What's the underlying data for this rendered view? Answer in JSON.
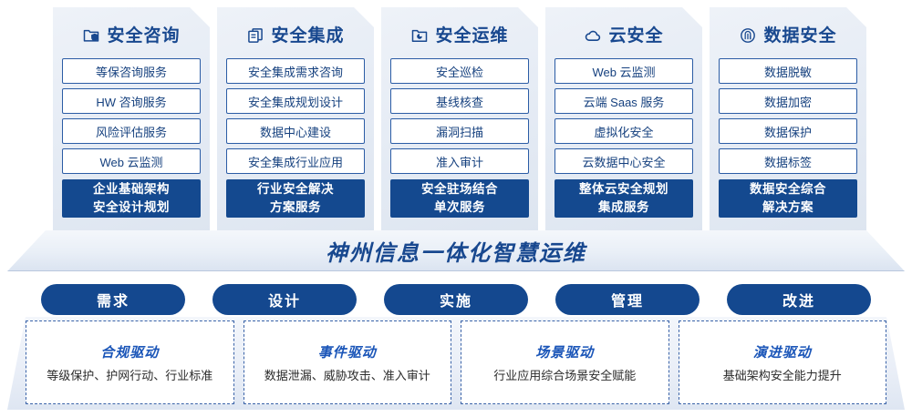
{
  "cards": [
    {
      "icon": "folder-shield-icon",
      "title": "安全咨询",
      "items": [
        "等保咨询服务",
        "HW 咨询服务",
        "风险评估服务",
        "Web 云监测"
      ],
      "highlight": "企业基础架构\n安全设计规划"
    },
    {
      "icon": "copy-layers-icon",
      "title": "安全集成",
      "items": [
        "安全集成需求咨询",
        "安全集成规划设计",
        "数据中心建设",
        "安全集成行业应用"
      ],
      "highlight": "行业安全解决\n方案服务"
    },
    {
      "icon": "folder-chart-icon",
      "title": "安全运维",
      "items": [
        "安全巡检",
        "基线核查",
        "漏洞扫描",
        "准入审计"
      ],
      "highlight": "安全驻场结合\n单次服务"
    },
    {
      "icon": "cloud-icon",
      "title": "云安全",
      "items": [
        "Web 云监测",
        "云端 Saas 服务",
        "虚拟化安全",
        "云数据中心安全"
      ],
      "highlight": "整体云安全规划\n集成服务"
    },
    {
      "icon": "fingerprint-icon",
      "title": "数据安全",
      "items": [
        "数据脱敏",
        "数据加密",
        "数据保护",
        "数据标签"
      ],
      "highlight": "数据安全综合\n解决方案"
    }
  ],
  "banner": {
    "text": "神州信息一体化智慧运维"
  },
  "stages": [
    {
      "label": "需求"
    },
    {
      "label": "设计"
    },
    {
      "label": "实施"
    },
    {
      "label": "管理"
    },
    {
      "label": "改进"
    }
  ],
  "drivers": [
    {
      "title": "合规驱动",
      "subtitle": "等级保护、护网行动、行业标准"
    },
    {
      "title": "事件驱动",
      "subtitle": "数据泄漏、威胁攻击、准入审计"
    },
    {
      "title": "场景驱动",
      "subtitle": "行业应用综合场景安全赋能"
    },
    {
      "title": "演进驱动",
      "subtitle": "基础架构安全能力提升"
    }
  ],
  "colors": {
    "brand_blue": "#14488f",
    "title_blue": "#18488f",
    "item_border": "#2b5ca5",
    "driver_title": "#1a55b8",
    "dashed_border": "#3a63a8"
  }
}
